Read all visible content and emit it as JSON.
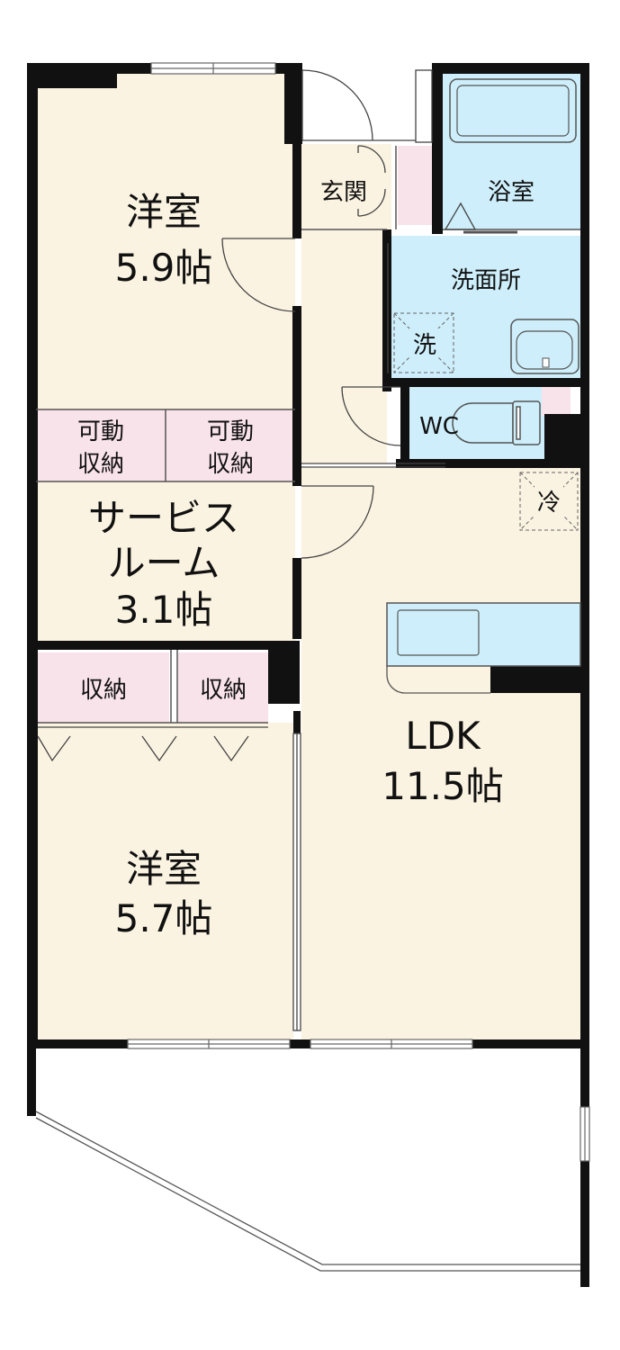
{
  "rooms": {
    "western_north": {
      "name": "洋室",
      "size": "5.9帖"
    },
    "storage_movable_1": {
      "line1": "可動",
      "line2": "収納"
    },
    "storage_movable_2": {
      "line1": "可動",
      "line2": "収納"
    },
    "service_room": {
      "line1": "サービス",
      "line2": "ルーム",
      "size": "3.1帖"
    },
    "storage_1": {
      "name": "収納"
    },
    "storage_2": {
      "name": "収納"
    },
    "western_south": {
      "name": "洋室",
      "size": "5.7帖"
    },
    "entrance": {
      "name": "玄関"
    },
    "bath": {
      "name": "浴室"
    },
    "washroom": {
      "name": "洗面所"
    },
    "washer": {
      "name": "洗"
    },
    "toilet": {
      "name": "WC"
    },
    "fridge": {
      "name": "冷"
    },
    "ldk": {
      "name": "LDK",
      "size": "11.5帖"
    }
  },
  "colors": {
    "wood": "#fbf3e1",
    "storage": "#f9e3ea",
    "water": "#cdeefa",
    "wall": "#111111"
  }
}
